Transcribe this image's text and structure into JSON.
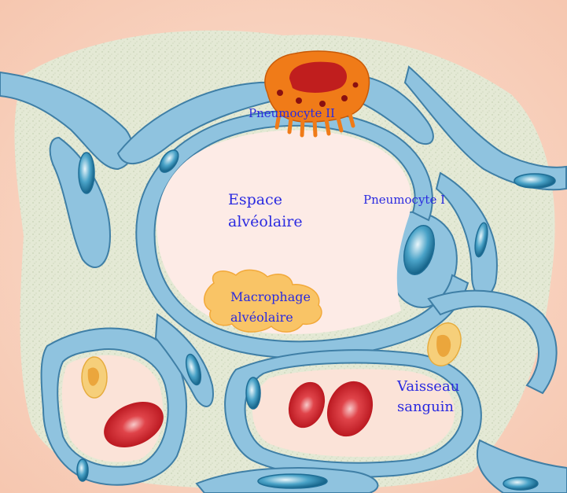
{
  "diagram": {
    "labels": {
      "pneumocyte_ii": "Pneumocyte II",
      "pneumocyte_i": "Pneumocyte I",
      "alveolar_space_line1": "Espace",
      "alveolar_space_line2": "alvéolaire",
      "macrophage_line1": "Macrophage",
      "macrophage_line2": "alvéolaire",
      "vessel_line1": "Vaisseau",
      "vessel_line2": "sanguin"
    },
    "colors": {
      "background": "#f6c7b0",
      "interstitium": "#dde6cf",
      "cell_wall": "#8fc3df",
      "cell_wall_edge": "#3f7fa6",
      "nucleus": "#2a86b0",
      "alveolar_space": "#fdebe6",
      "pneumocyte_ii": "#f07b18",
      "pneumocyte_ii_nucleus": "#c01e1e",
      "macrophage": "#f9c466",
      "red_blood_cell": "#c8171f",
      "white_cell": "#f6cf7a",
      "label_text": "#2a2ae0"
    }
  }
}
